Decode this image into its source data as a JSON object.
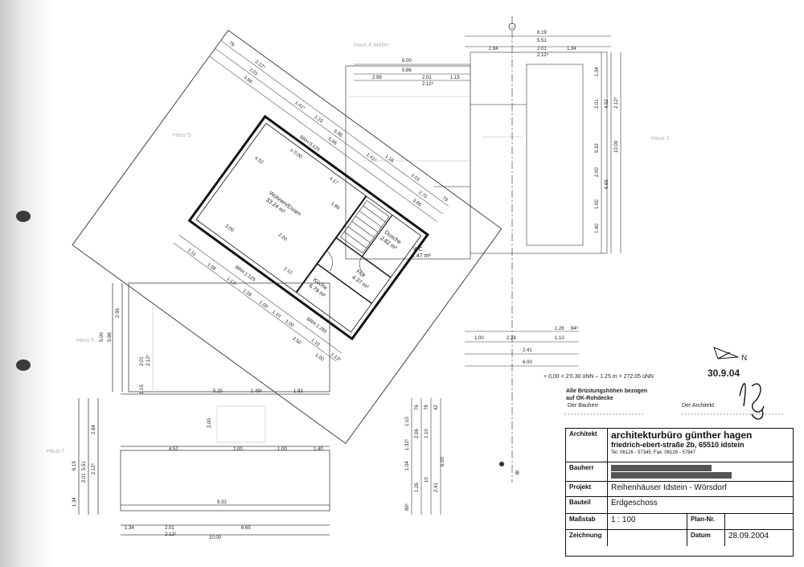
{
  "neighbors": {
    "top": "Haus 4 Weller",
    "top_left": "Haus 5",
    "right": "Haus 3",
    "left_mid": "Haus 6",
    "left_bottom": "Haus 7"
  },
  "rooms": [
    {
      "name": "Wohnen/Essen",
      "area": "33.24 m²"
    },
    {
      "name": "Küche",
      "area": "6.79 m²"
    },
    {
      "name": "Flur",
      "area": "4.37 m²"
    },
    {
      "name": "Dusche",
      "area": "2.82 m²"
    },
    {
      "name": "WC",
      "area": "2.47 m²"
    }
  ],
  "openings": [
    "BRH 0.125",
    "BRH 1.125",
    "BRH 1.250"
  ],
  "level_mark": "± 0.00",
  "dims": {
    "top": [
      "6.00",
      "5.86",
      "2.99",
      "2.01",
      "1.15",
      "2.12⁵"
    ],
    "top_right": [
      "6.19",
      "5.51",
      "2.84",
      "2.01",
      "1.34",
      "2.12⁵"
    ],
    "right_v": [
      "1.34",
      "2.01",
      "4.52",
      "2.12⁵",
      "10.00",
      "9.32",
      "6.66",
      "2.00",
      "1.00",
      "1.40"
    ],
    "right_lower": [
      "1.00",
      "2.28",
      "1.10",
      "1.26",
      "94⁵",
      "2.41",
      "6.00"
    ],
    "diag_upper": [
      "3.66",
      "2.75",
      "2.01",
      "1.16",
      "5.96",
      "5.86",
      "1.41⁵",
      "1.15",
      "1.41⁵",
      "3.66",
      "2.01",
      "2.12⁵",
      "79",
      "79"
    ],
    "diag_inner": [
      "4.17",
      "1.86",
      "4.52",
      "2.00",
      "3.00",
      "2.12"
    ],
    "diag_lower": [
      "2.11",
      "1.38",
      "1.13⁵",
      "1.28",
      "1.00",
      "1.10",
      "1.00",
      "2.50",
      "1.10",
      "1.00",
      "1.13⁵"
    ],
    "left_block": [
      "5.00",
      "5.86",
      "2.99",
      "2.01",
      "2.12⁵",
      "1.15"
    ],
    "bottom_left": [
      "5.25",
      "1.49⁵",
      "1.93",
      "2.00",
      "4.52",
      "2.00",
      "1.00",
      "1.40",
      "9.32",
      "1.34",
      "2.01",
      "6.65",
      "10.00",
      "2.12⁵",
      "6.19",
      "5.51",
      "2.84",
      "2.01",
      "1.34",
      "2.12⁵"
    ],
    "bottom_vert": [
      "1.10",
      "76",
      "78",
      "42",
      "1.32⁵",
      "2.06",
      "1.04",
      "1.26",
      "89⁵",
      "10",
      "2.41",
      "6.00",
      "1.10"
    ]
  },
  "north_label": "N",
  "datum_note": "+ 0,00 = 2'0.30 üNN – 1.25 m = 272.05 üNN",
  "datum_date": "30.9.04",
  "brustung_note_line1": "Alle Brüstungshöhen bezogen",
  "brustung_note_line2": "auf OK-Rohdecke",
  "sign_bauherr": "Der Bauherr",
  "sign_architekt": "Der Architekt",
  "section_mark": "B",
  "titleblock": {
    "architekt_label": "Architekt",
    "office_name": "architekturbüro günther hagen",
    "office_address": "friedrich-ebert-straße 2b, 65510 idstein",
    "office_tel": "Tel. 06126 - 57345, Fax. 06126 - 57847",
    "bauherr_label": "Bauherr",
    "projekt_label": "Projekt",
    "projekt_value": "Reihenhäuser  Idstein - Wörsdorf",
    "bauteil_label": "Bauteil",
    "bauteil_value": "Erdgeschoss",
    "massstab_label": "Maßstab",
    "massstab_value": "1 : 100",
    "plan_nr_label": "Plan-Nr.",
    "plan_nr_value": "",
    "zeichnung_label": "Zeichnung",
    "datum_label": "Datum",
    "datum_value": "28.09.2004"
  }
}
